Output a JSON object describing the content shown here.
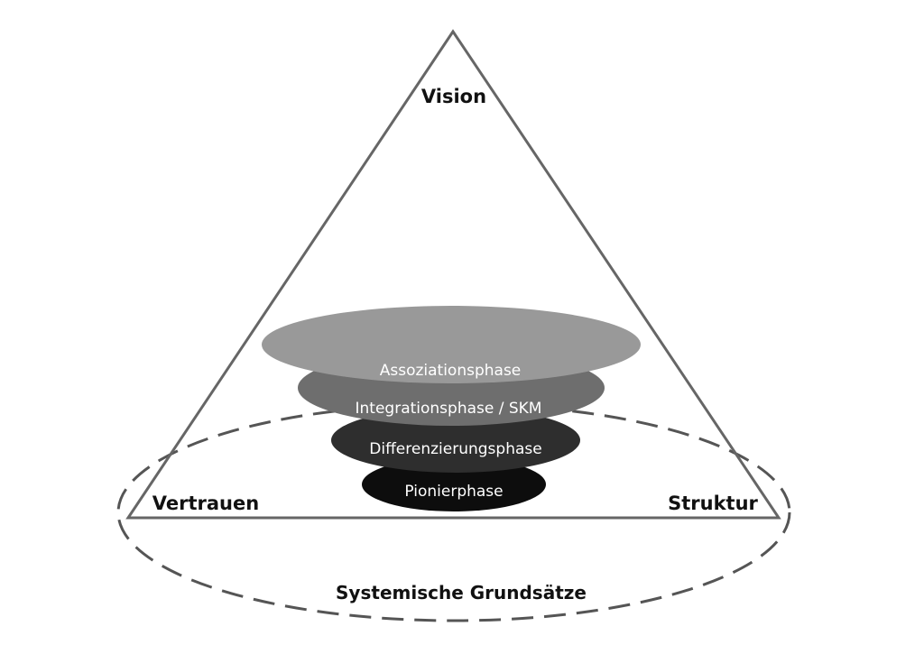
{
  "labels": {
    "apex": "Vision",
    "left": "Vertrauen",
    "right": "Struktur",
    "base": "Systemische Grundsätze"
  },
  "phases": [
    {
      "label": "Assoziationsphase",
      "color": "#999999"
    },
    {
      "label": "Integrationsphase / SKM",
      "color": "#6e6e6e"
    },
    {
      "label": "Differenzierungsphase",
      "color": "#2e2e2e"
    },
    {
      "label": "Pionierphase",
      "color": "#0d0d0d"
    }
  ],
  "colors": {
    "triangle_stroke": "#666666",
    "dashed_ellipse_stroke": "#555555"
  }
}
